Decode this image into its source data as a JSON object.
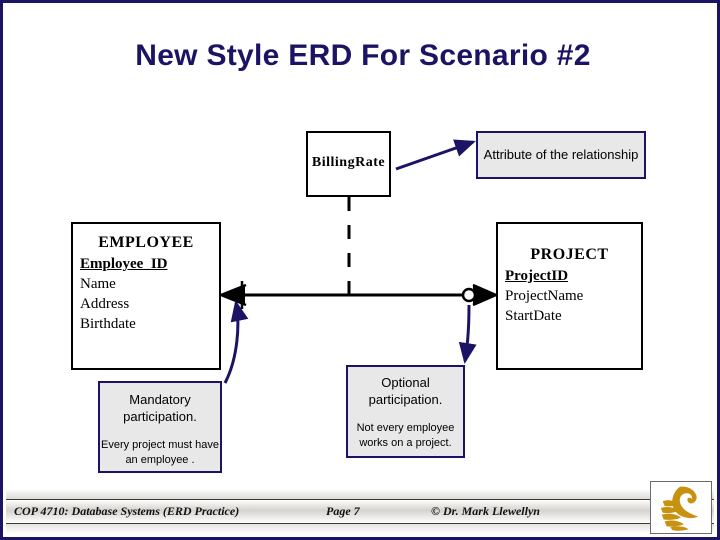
{
  "slide": {
    "title": "New Style ERD For Scenario #2",
    "title_color": "#1b1464",
    "border_color": "#1b1464",
    "background": "#ffffff"
  },
  "erd": {
    "attribute_box": {
      "name": "BillingRate"
    },
    "entities": [
      {
        "name": "EMPLOYEE",
        "attributes": [
          {
            "label": "Employee_ID",
            "primary_key": true
          },
          {
            "label": "Name",
            "primary_key": false
          },
          {
            "label": "Address",
            "primary_key": false
          },
          {
            "label": "Birthdate",
            "primary_key": false
          }
        ]
      },
      {
        "name": "PROJECT",
        "attributes": [
          {
            "label": "ProjectID",
            "primary_key": true
          },
          {
            "label": "ProjectName",
            "primary_key": false
          },
          {
            "label": "StartDate",
            "primary_key": false
          }
        ]
      }
    ],
    "relationship": {
      "employee_side_cardinality": "one-or-many (mandatory, crow's foot with bar)",
      "project_side_cardinality": "zero-or-many (optional, crow's foot with circle)",
      "attribute_connector": "dashed"
    }
  },
  "callouts": {
    "attribute": {
      "text": "Attribute of the relationship",
      "border_color": "#1b1464",
      "fill_color": "#e8e8e8"
    },
    "mandatory": {
      "heading": "Mandatory participation.",
      "detail": "Every project must have an employee .",
      "border_color": "#1b1464",
      "fill_color": "#e8e8e8"
    },
    "optional": {
      "heading": "Optional participation.",
      "detail": "Not every employee works on a project.",
      "border_color": "#1b1464",
      "fill_color": "#e8e8e8"
    }
  },
  "footer": {
    "course": "COP 4710: Database Systems  (ERD Practice)",
    "page": "Page 7",
    "copyright": "© Dr. Mark Llewellyn",
    "logo": "pegasus-logo",
    "logo_color": "#c89211"
  }
}
